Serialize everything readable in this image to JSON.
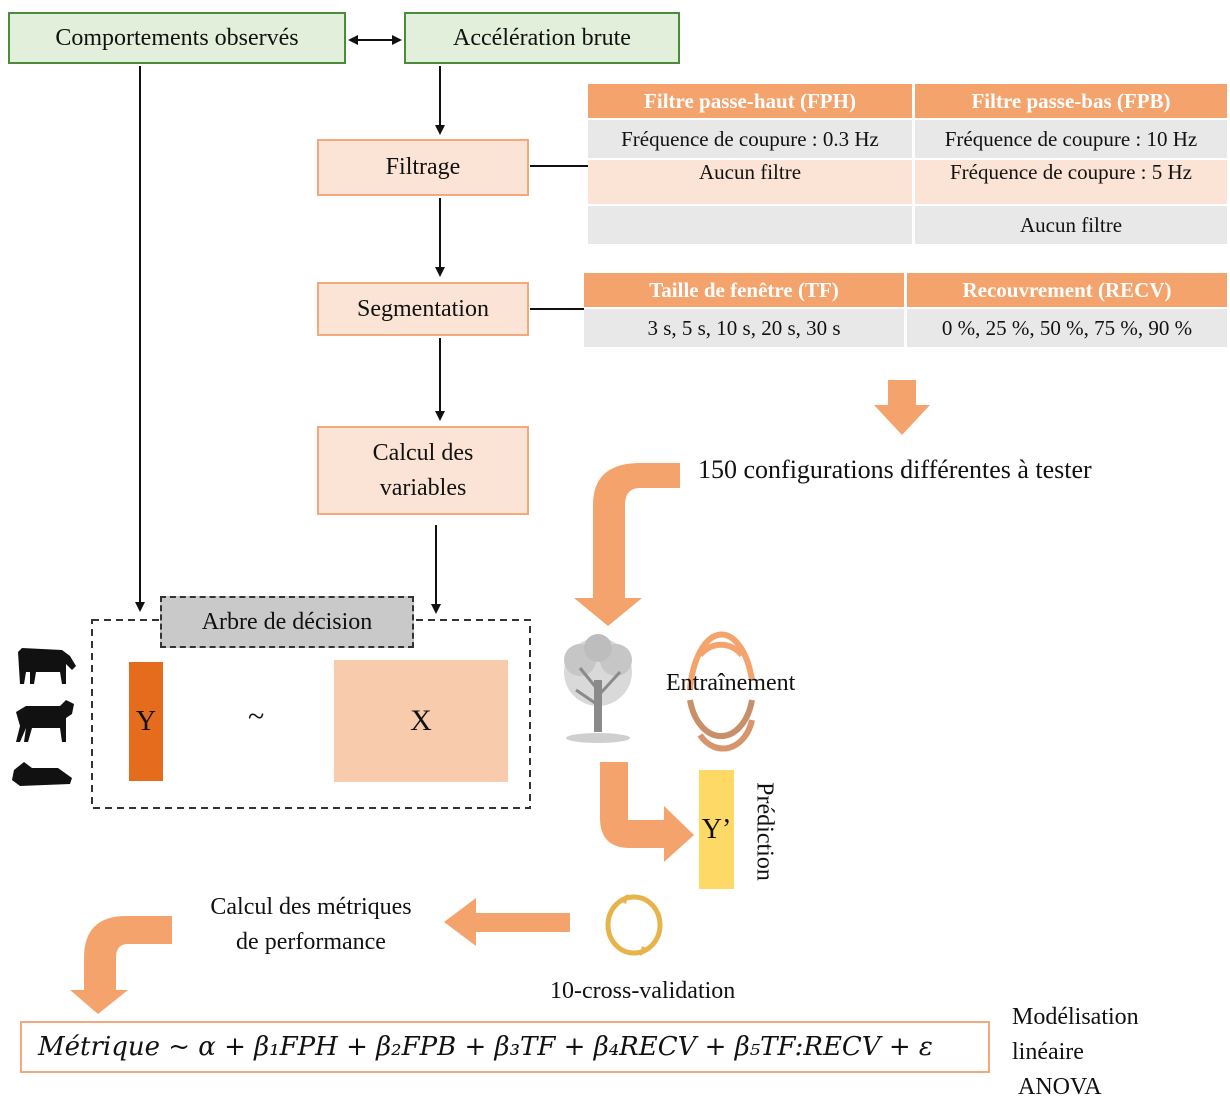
{
  "top": {
    "observed_behaviors": "Comportements observés",
    "raw_acceleration": "Accélération brute"
  },
  "pipeline": {
    "filtering": "Filtrage",
    "segmentation": "Segmentation",
    "variables_line1": "Calcul des",
    "variables_line2": "variables"
  },
  "filter_table": {
    "headers": [
      "Filtre passe-haut (FPH)",
      "Filtre passe-bas (FPB)"
    ],
    "rows": [
      [
        "Fréquence de coupure : 0.3 Hz",
        "Fréquence de coupure : 10 Hz"
      ],
      [
        "Aucun filtre",
        "Fréquence de coupure : 5 Hz"
      ],
      [
        "",
        "Aucun filtre"
      ]
    ]
  },
  "segmentation_table": {
    "headers": [
      "Taille de fenêtre (TF)",
      "Recouvrement (RECV)"
    ],
    "rows": [
      [
        "3 s, 5 s, 10 s, 20 s, 30 s",
        "0 %, 25 %, 50 %, 75 %, 90 %"
      ]
    ]
  },
  "configs_text": "150 configurations différentes à tester",
  "model": {
    "title": "Arbre de décision",
    "y": "Y",
    "tilde": "~",
    "x": "X"
  },
  "training": "Entraînement",
  "prediction": {
    "label": "Prédiction",
    "y_prime": "Y’"
  },
  "cross_validation": "10-cross-validation",
  "metrics": {
    "line1": "Calcul des métriques",
    "line2": "de performance"
  },
  "formula": "Métrique ~ α + β₁FPH + β₂FPB + β₃TF + β₄RECV + β₅TF:RECV + ε",
  "anova": {
    "line1": "Modélisation",
    "line2": "linéaire",
    "line3": "ANOVA"
  },
  "colors": {
    "accent_orange": "#f4a36d",
    "peach_fill": "#fbe4d5",
    "green_fill": "#e2efda",
    "green_border": "#4a8c3a",
    "y_bar": "#e46c1c",
    "x_box": "#f7cbac",
    "y_prime_bar": "#ffd966",
    "grey_title": "#c9c9c9"
  },
  "icons": [
    "cow-standing-icon",
    "cow-walking-icon",
    "cow-lying-icon",
    "tree-icon",
    "training-cycle-icon",
    "cross-validation-cycle-icon"
  ]
}
